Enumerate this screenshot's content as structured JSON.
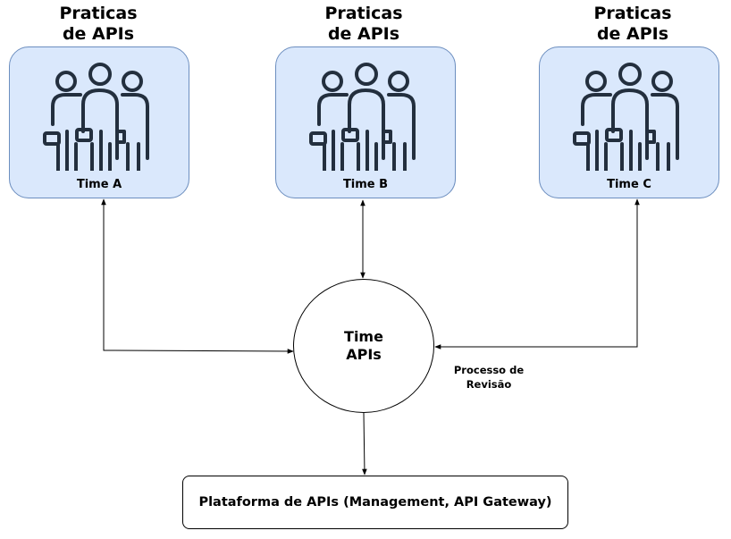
{
  "teams": [
    {
      "heading_line1": "Praticas",
      "heading_line2": "de APIs",
      "label": "Time A",
      "icon": "people-group-icon"
    },
    {
      "heading_line1": "Praticas",
      "heading_line2": "de APIs",
      "label": "Time B",
      "icon": "people-group-icon"
    },
    {
      "heading_line1": "Praticas",
      "heading_line2": "de APIs",
      "label": "Time C",
      "icon": "people-group-icon"
    }
  ],
  "center": {
    "line1": "Time",
    "line2": "APIs"
  },
  "review_label": {
    "line1": "Processo de",
    "line2": "Revisão"
  },
  "platform": {
    "label": "Plataforma de APIs (Management, API Gateway)"
  },
  "colors": {
    "team_fill": "#dae8fc",
    "team_stroke": "#6c8ebf",
    "icon_stroke": "#232f3e"
  }
}
